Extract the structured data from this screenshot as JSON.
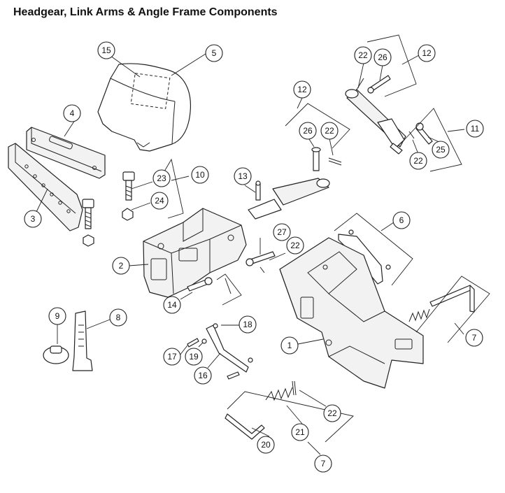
{
  "title": "Headgear, Link Arms & Angle Frame Components",
  "callouts": {
    "c15": "15",
    "c5": "5",
    "c22a": "22",
    "c26a": "26",
    "c12a": "12",
    "c12b": "12",
    "c26b": "26",
    "c22b": "22",
    "c11": "11",
    "c25": "25",
    "c22c": "22",
    "c4": "4",
    "c3": "3",
    "c23": "23",
    "c10": "10",
    "c24": "24",
    "c13": "13",
    "c27": "27",
    "c22d": "22",
    "c6": "6",
    "c2": "2",
    "c14": "14",
    "c9": "9",
    "c8": "8",
    "c18": "18",
    "c17": "17",
    "c19": "19",
    "c16": "16",
    "c1": "1",
    "c7a": "7",
    "c22e": "22",
    "c21": "21",
    "c20": "20",
    "c7b": "7"
  }
}
